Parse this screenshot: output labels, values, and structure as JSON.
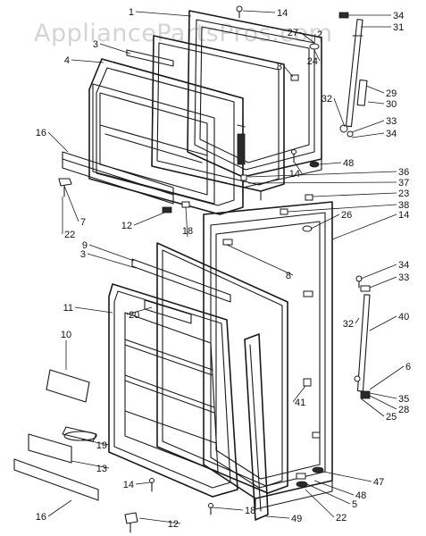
{
  "watermark": "AppliancePartsPros.com",
  "labels": [
    "1",
    "14",
    "34",
    "31",
    "27",
    "2",
    "24",
    "3",
    "8",
    "4",
    "32",
    "29",
    "30",
    "33",
    "34",
    "16",
    "14",
    "48",
    "36",
    "37",
    "23",
    "38",
    "26",
    "14",
    "7",
    "22",
    "12",
    "18",
    "9",
    "3",
    "8",
    "34",
    "33",
    "11",
    "20",
    "10",
    "32",
    "40",
    "41",
    "6",
    "35",
    "28",
    "25",
    "19",
    "13",
    "47",
    "48",
    "5",
    "14",
    "22",
    "16",
    "12",
    "18",
    "49"
  ]
}
